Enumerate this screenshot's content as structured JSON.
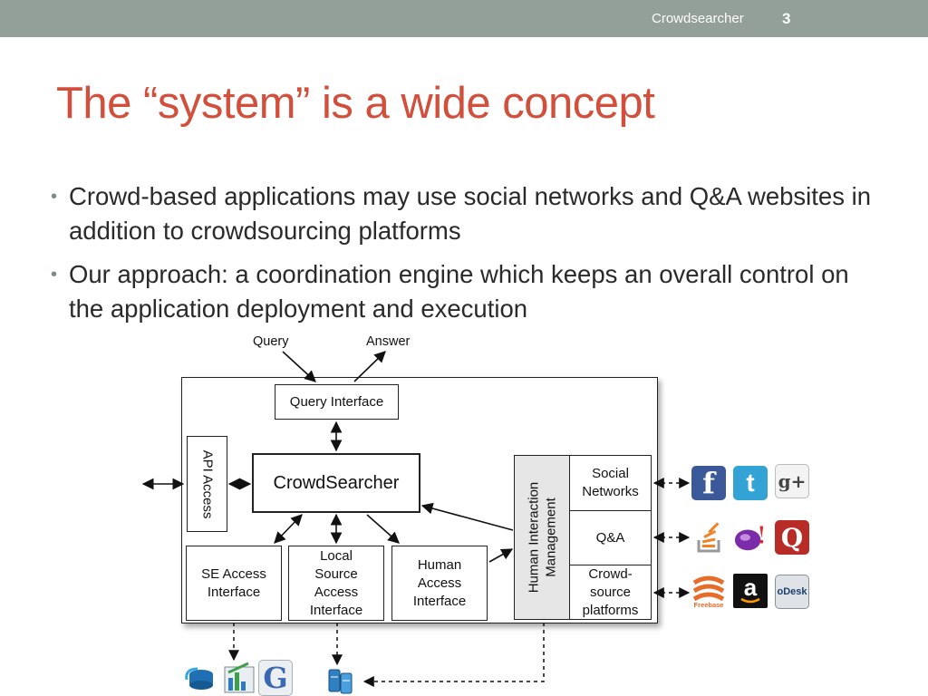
{
  "header": {
    "brand": "Crowdsearcher",
    "page_number": "3"
  },
  "title": "The “system” is a wide concept",
  "bullets": [
    "Crowd-based applications may use social networks and Q&A websites in addition to crowdsourcing platforms",
    "Our approach: a coordination engine which keeps an overall control on the application deployment and execution"
  ],
  "diagram": {
    "query_label": "Query",
    "answer_label": "Answer",
    "query_interface": "Query Interface",
    "api_access": "API Access",
    "crowdsearcher": "CrowdSearcher",
    "se_access": [
      "SE Access",
      "Interface"
    ],
    "local_source": [
      "Local",
      "Source",
      "Access",
      "Interface"
    ],
    "human_access": [
      "Human",
      "Access",
      "Interface"
    ],
    "him": [
      "Human Interaction",
      "Management"
    ],
    "social_networks": [
      "Social",
      "Networks"
    ],
    "qa": "Q&A",
    "crowd_platforms": [
      "Crowd-",
      "source",
      "platforms"
    ]
  },
  "logos": {
    "facebook": "f",
    "twitter": "t",
    "google_plus": "g+",
    "quora": "Q",
    "freebase": "Freebase",
    "amazon": "a",
    "odesk": "oDesk",
    "google": "G"
  },
  "colors": {
    "topbar": "#939f99",
    "title": "#d14f3b",
    "facebook": "#3b5998",
    "twitter": "#33a3d6",
    "quora": "#b92b27",
    "freebase": "#e86c29"
  }
}
